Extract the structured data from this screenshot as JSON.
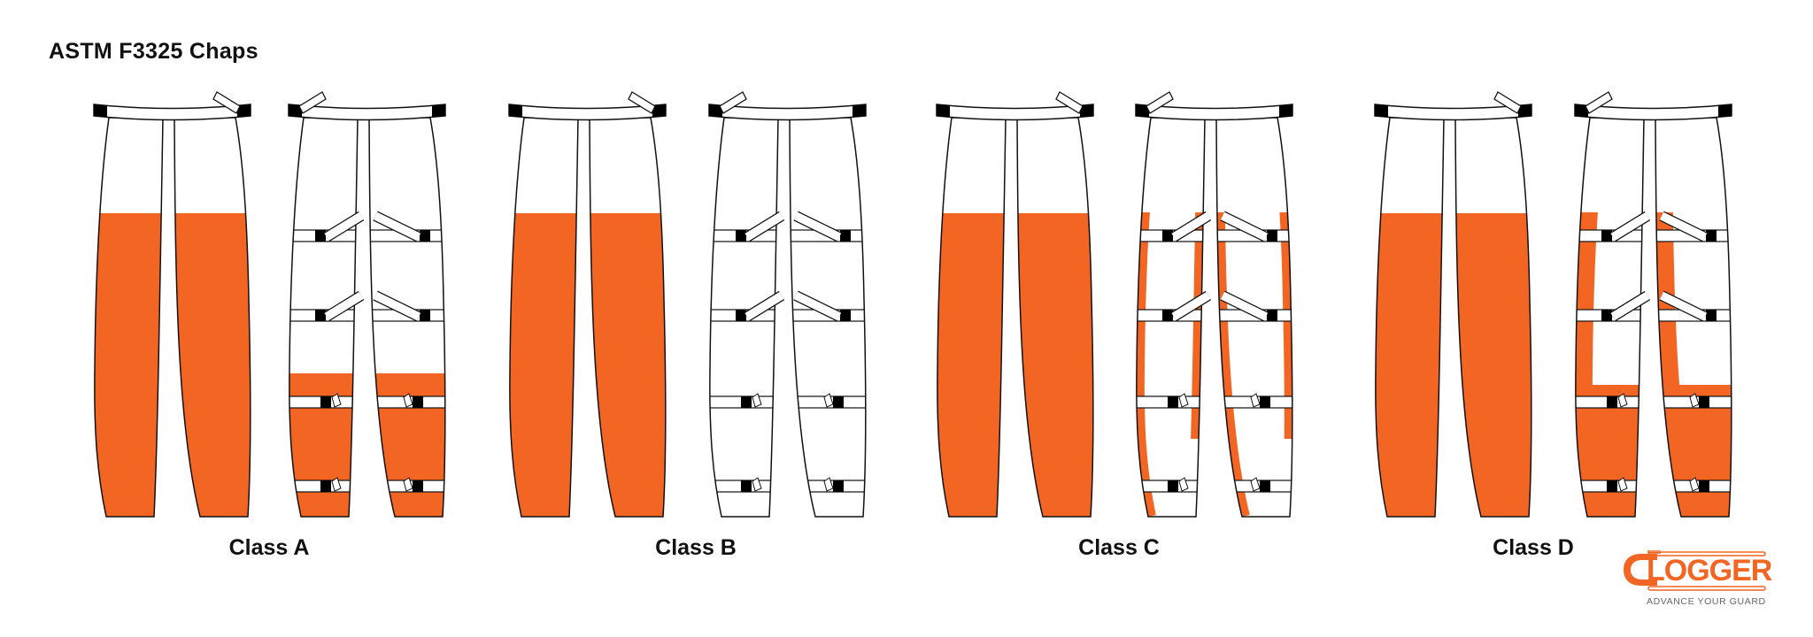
{
  "title": "ASTM F3325 Chaps",
  "classes": [
    {
      "label": "Class A"
    },
    {
      "label": "Class B"
    },
    {
      "label": "Class C"
    },
    {
      "label": "Class D"
    }
  ],
  "logo": {
    "brand": "LOGGER",
    "brand_full": "CLOGGER",
    "tagline": "ADVANCE YOUR GUARD"
  },
  "colors": {
    "orange": "#F26522",
    "outline": "#111111",
    "strap_black": "#000000"
  }
}
